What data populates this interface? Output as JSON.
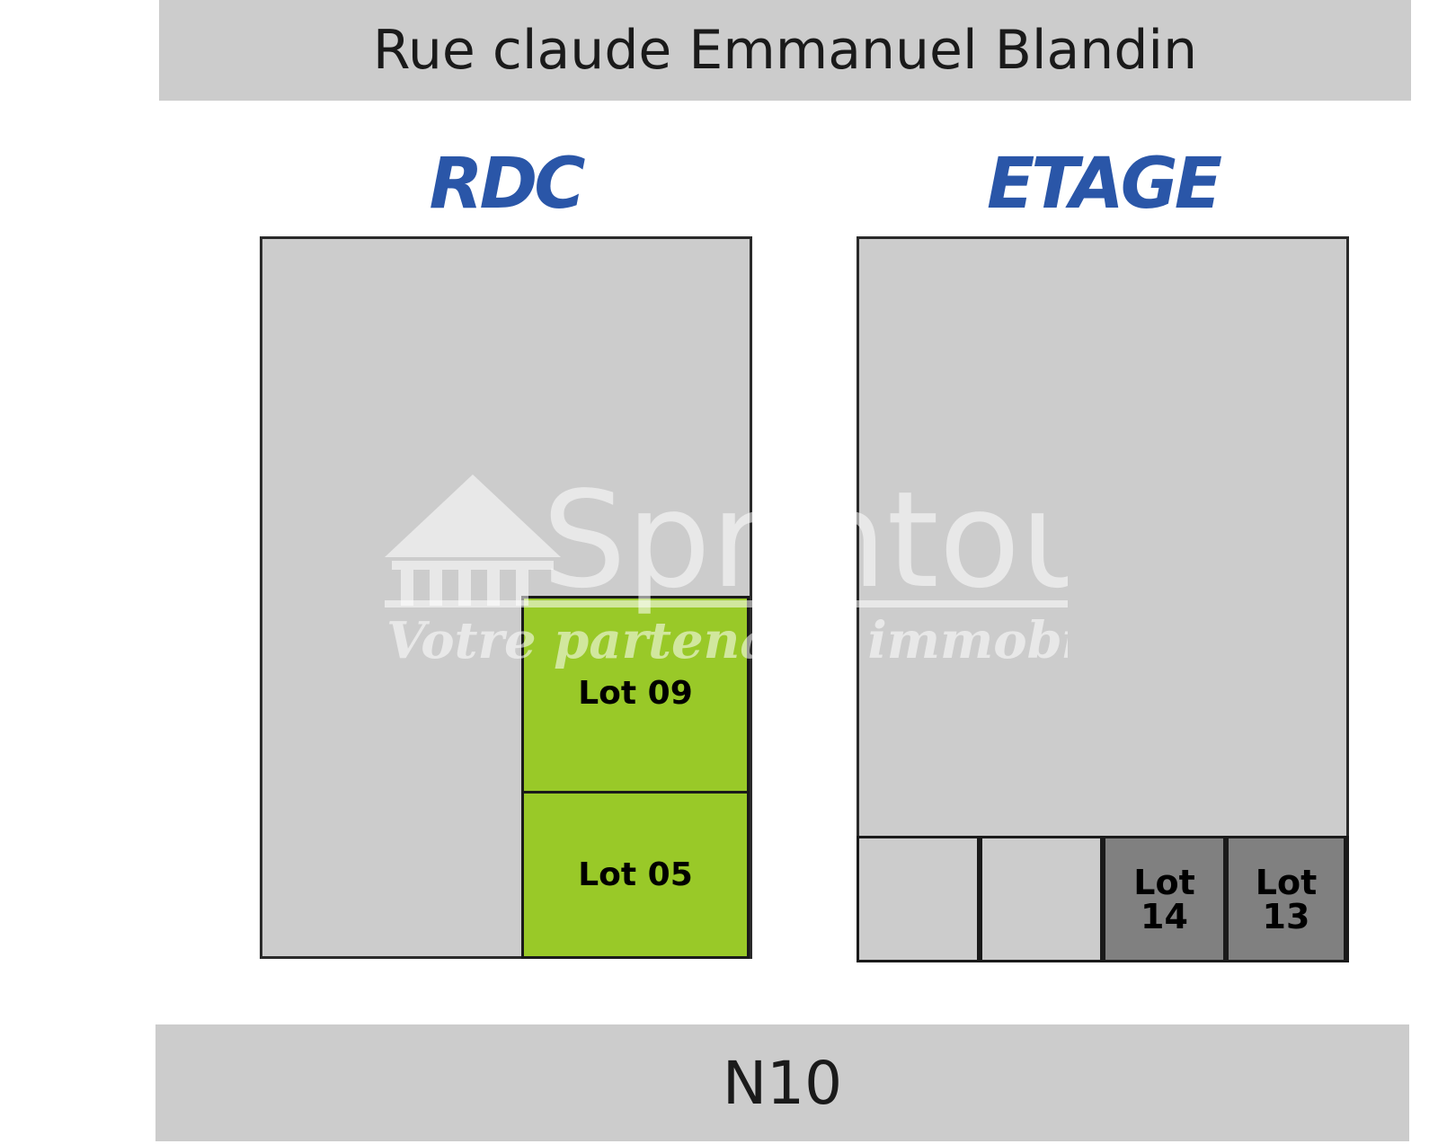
{
  "roads": {
    "top_label": "Rue claude Emmanuel Blandin",
    "bottom_label": "N10"
  },
  "floors": {
    "rdc": {
      "title": "RDC",
      "lots": [
        {
          "label": "Lot 09",
          "color": "#99c928"
        },
        {
          "label": "Lot 05",
          "color": "#99c928"
        }
      ]
    },
    "etage": {
      "title": "ETAGE",
      "lots": [
        {
          "label": "Lot\n14",
          "color": "#808080"
        },
        {
          "label": "Lot\n13",
          "color": "#808080"
        }
      ]
    }
  },
  "watermark": {
    "brand": "Sprintour",
    "tagline": "Votre partenaire immobilier"
  },
  "colors": {
    "road": "#cccccc",
    "building": "#cccccc",
    "title": "#2a56a8",
    "lot_available": "#99c928",
    "lot_upper": "#808080"
  }
}
